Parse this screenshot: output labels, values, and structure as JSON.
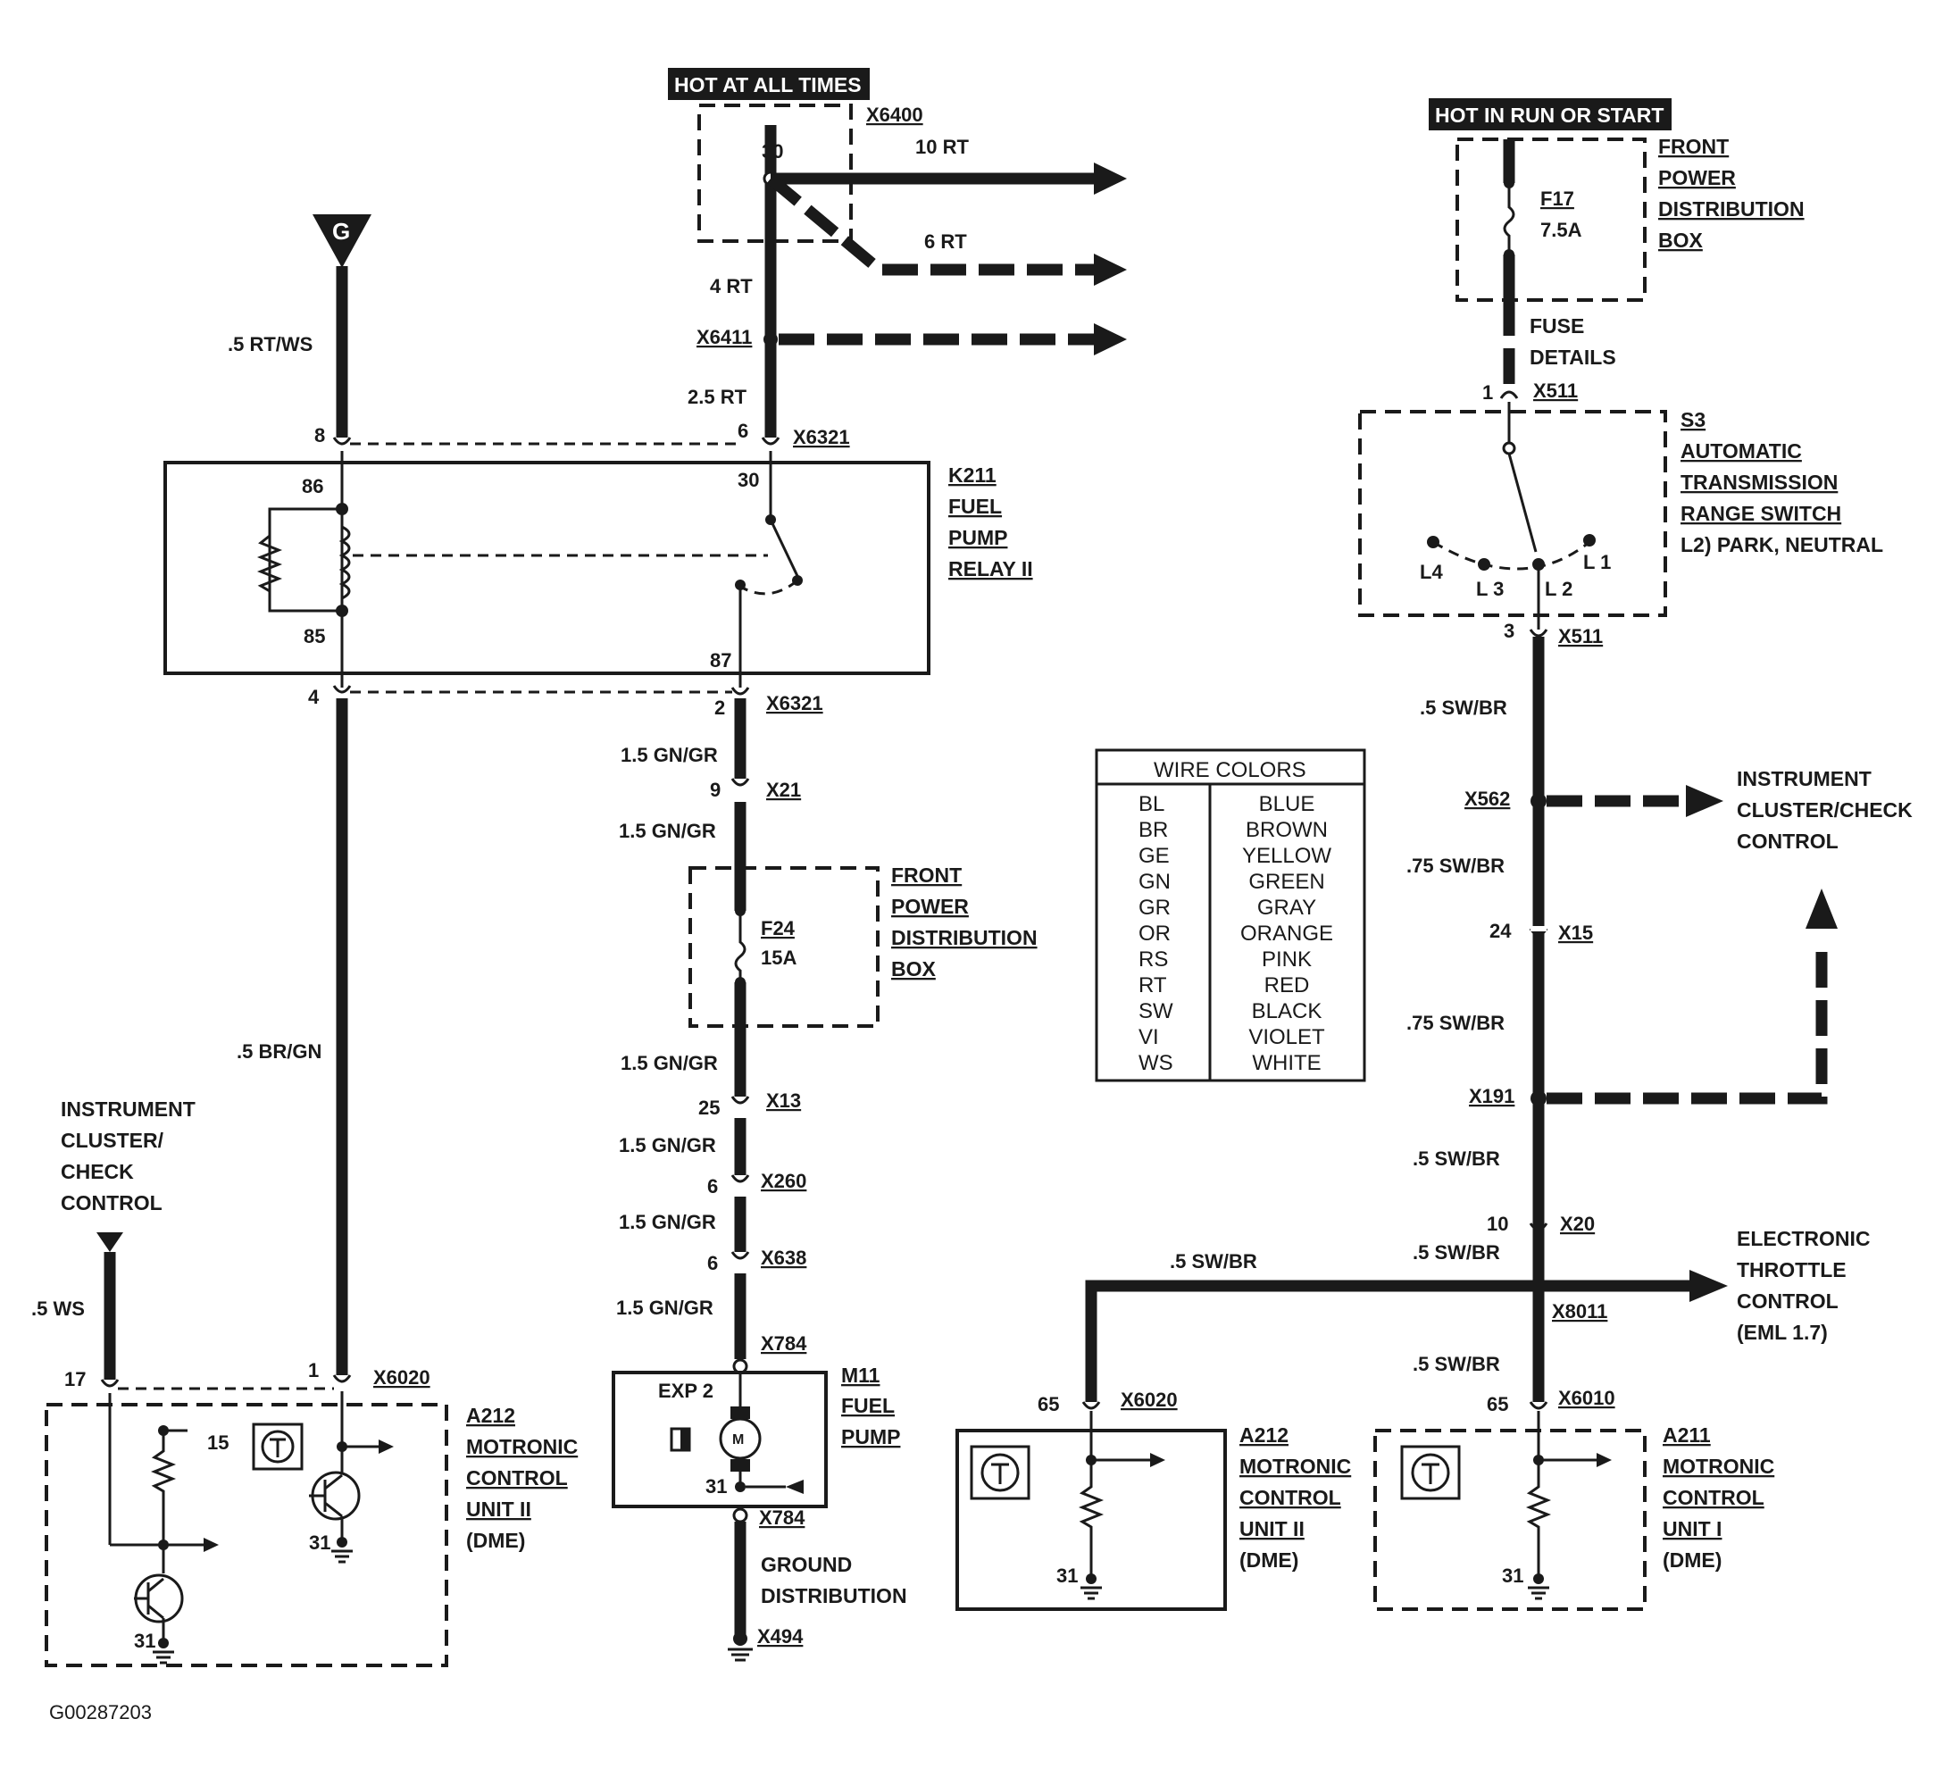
{
  "labels": {
    "hot_at_all_times": "HOT AT ALL TIMES",
    "hot_in_run": "HOT IN RUN OR START",
    "ground_g": "G",
    "x6400": "X6400",
    "t30_top": "30",
    "w10rt": "10 RT",
    "w6rt": "6 RT",
    "w4rt": "4 RT",
    "x6411": "X6411",
    "w25rt": "2.5 RT",
    "w5rtws": ".5 RT/WS",
    "p8": "8",
    "p6": "6",
    "x6321_top": "X6321",
    "k211_1": "K211",
    "k211_2": "FUEL",
    "k211_3": "PUMP",
    "k211_4": "RELAY II",
    "t86": "86",
    "t85": "85",
    "t30": "30",
    "t87": "87",
    "p4": "4",
    "p2": "2",
    "x6321_bot": "X6321",
    "w15gngr_1": "1.5 GN/GR",
    "p9": "9",
    "x21": "X21",
    "w15gngr_2": "1.5  GN/GR",
    "fpdb2_1": "FRONT",
    "fpdb2_2": "POWER",
    "fpdb2_3": "DISTRIBUTION",
    "fpdb2_4": "BOX",
    "f24": "F24",
    "f24a": "15A",
    "w15gngr_3": "1.5  GN/GR",
    "p25": "25",
    "x13": "X13",
    "w15gngr_4": "1.5  GN/GR",
    "p6b": "6",
    "x260": "X260",
    "w15gngr_5": "1.5  GN/GR",
    "p6c": "6",
    "x638": "X638",
    "w15gngr_6": "1.5  GN/GR",
    "x784_top": "X784",
    "exp2": "EXP 2",
    "m11_1": "M11",
    "m11_2": "FUEL",
    "m11_3": "PUMP",
    "m11_31": "31",
    "x784_bot": "X784",
    "gd_1": "GROUND",
    "gd_2": "DISTRIBUTION",
    "x494": "X494",
    "w5brgn": ".5 BR/GN",
    "ic_1": "INSTRUMENT",
    "ic_2": "CLUSTER/",
    "ic_3": "CHECK",
    "ic_4": "CONTROL",
    "w5ws": ".5 WS",
    "p17": "17",
    "p1": "1",
    "x6020_left": "X6020",
    "p15": "15",
    "a212_1": "A212",
    "a212_2": "MOTRONIC",
    "a212_3": "CONTROL",
    "a212_4": "UNIT II",
    "a212_5": "(DME)",
    "g31a": "31",
    "g31b": "31",
    "fpdb1_1": "FRONT",
    "fpdb1_2": "POWER",
    "fpdb1_3": "DISTRIBUTION",
    "fpdb1_4": "BOX",
    "f17": "F17",
    "f17a": "7.5A",
    "fuse_1": "FUSE",
    "fuse_2": "DETAILS",
    "p1r": "1",
    "x511_top": "X511",
    "s3_1": "S3",
    "s3_2": "AUTOMATIC",
    "s3_3": "TRANSMISSION",
    "s3_4": "RANGE SWITCH",
    "s3_5": "L2) PARK, NEUTRAL",
    "l4": "L4",
    "l3": "L 3",
    "l2": "L 2",
    "l1": "L 1",
    "p3": "3",
    "x511_bot": "X511",
    "w5swbr_1": ".5  SW/BR",
    "x562": "X562",
    "icc_1": "INSTRUMENT",
    "icc_2": "CLUSTER/CHECK",
    "icc_3": "CONTROL",
    "w75swbr_1": ".75  SW/BR",
    "p24": "24",
    "x15": "X15",
    "w75swbr_2": ".75  SW/BR",
    "x191": "X191",
    "w5swbr_2": ".5 SW/BR",
    "p10": "10",
    "x20": "X20",
    "w5swbr_3": ".5  SW/BR",
    "w5swbr_4": ".5  SW/BR",
    "etc_1": "ELECTRONIC",
    "etc_2": "THROTTLE",
    "etc_3": "CONTROL",
    "etc_4": "(EML 1.7)",
    "x8011": "X8011",
    "w5swbr_5": ".5  SW/BR",
    "p65a": "65",
    "x6020_mid": "X6020",
    "a212b_1": "A212",
    "a212b_2": "MOTRONIC",
    "a212b_3": "CONTROL",
    "a212b_4": "UNIT II",
    "a212b_5": "(DME)",
    "g31c": "31",
    "p65b": "65",
    "x6010": "X6010",
    "a211_1": "A211",
    "a211_2": "MOTRONIC",
    "a211_3": "CONTROL",
    "a211_4": "UNIT I",
    "a211_5": "(DME)",
    "g31d": "31",
    "fig_id": "G00287203"
  },
  "wire_colors": {
    "title": "WIRE COLORS",
    "rows": [
      {
        "code": "BL",
        "name": "BLUE"
      },
      {
        "code": "BR",
        "name": "BROWN"
      },
      {
        "code": "GE",
        "name": "YELLOW"
      },
      {
        "code": "GN",
        "name": "GREEN"
      },
      {
        "code": "GR",
        "name": "GRAY"
      },
      {
        "code": "OR",
        "name": "ORANGE"
      },
      {
        "code": "RS",
        "name": "PINK"
      },
      {
        "code": "RT",
        "name": "RED"
      },
      {
        "code": "SW",
        "name": "BLACK"
      },
      {
        "code": "VI",
        "name": "VIOLET"
      },
      {
        "code": "WS",
        "name": "WHITE"
      }
    ]
  },
  "colors": {
    "ink": "#1a1a1a",
    "paper": "#ffffff"
  }
}
